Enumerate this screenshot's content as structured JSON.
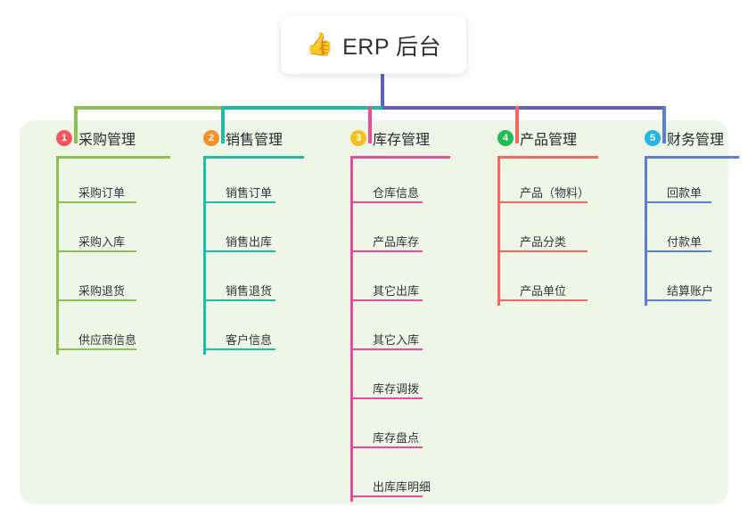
{
  "diagram": {
    "title": "ERP 后台",
    "root": {
      "emoji": "👍",
      "emoji_name": "thumbs-up-emoji",
      "label": "ERP 后台"
    },
    "panel_color": "#eef7e7",
    "root_stem_color": "#5b5fc7",
    "connector_segments": [
      {
        "name": "left-segment",
        "color": "#8cc152"
      },
      {
        "name": "middle-segment",
        "color": "#18bfa5"
      },
      {
        "name": "right-segment",
        "color": "#5b5fc7"
      }
    ],
    "columns": [
      {
        "number": "1",
        "title": "采购管理",
        "badge_color": "#f5555d",
        "line_color": "#8cc152",
        "children": [
          "采购订单",
          "采购入库",
          "采购退货",
          "供应商信息"
        ]
      },
      {
        "number": "2",
        "title": "销售管理",
        "badge_color": "#f0932b",
        "line_color": "#18bfa5",
        "children": [
          "销售订单",
          "销售出库",
          "销售退货",
          "客户信息"
        ]
      },
      {
        "number": "3",
        "title": "库存管理",
        "badge_color": "#f4c020",
        "line_color": "#ea4c9a",
        "children": [
          "仓库信息",
          "产品库存",
          "其它出库",
          "其它入库",
          "库存调拨",
          "库存盘点",
          "出库库明细"
        ]
      },
      {
        "number": "4",
        "title": "产品管理",
        "badge_color": "#22bb55",
        "line_color": "#f4665f",
        "children": [
          "产品（物料）",
          "产品分类",
          "产品单位"
        ]
      },
      {
        "number": "5",
        "title": "财务管理",
        "badge_color": "#25b5e8",
        "line_color": "#5b7fd4",
        "children": [
          "回款单",
          "付款单",
          "结算账户"
        ]
      }
    ]
  }
}
